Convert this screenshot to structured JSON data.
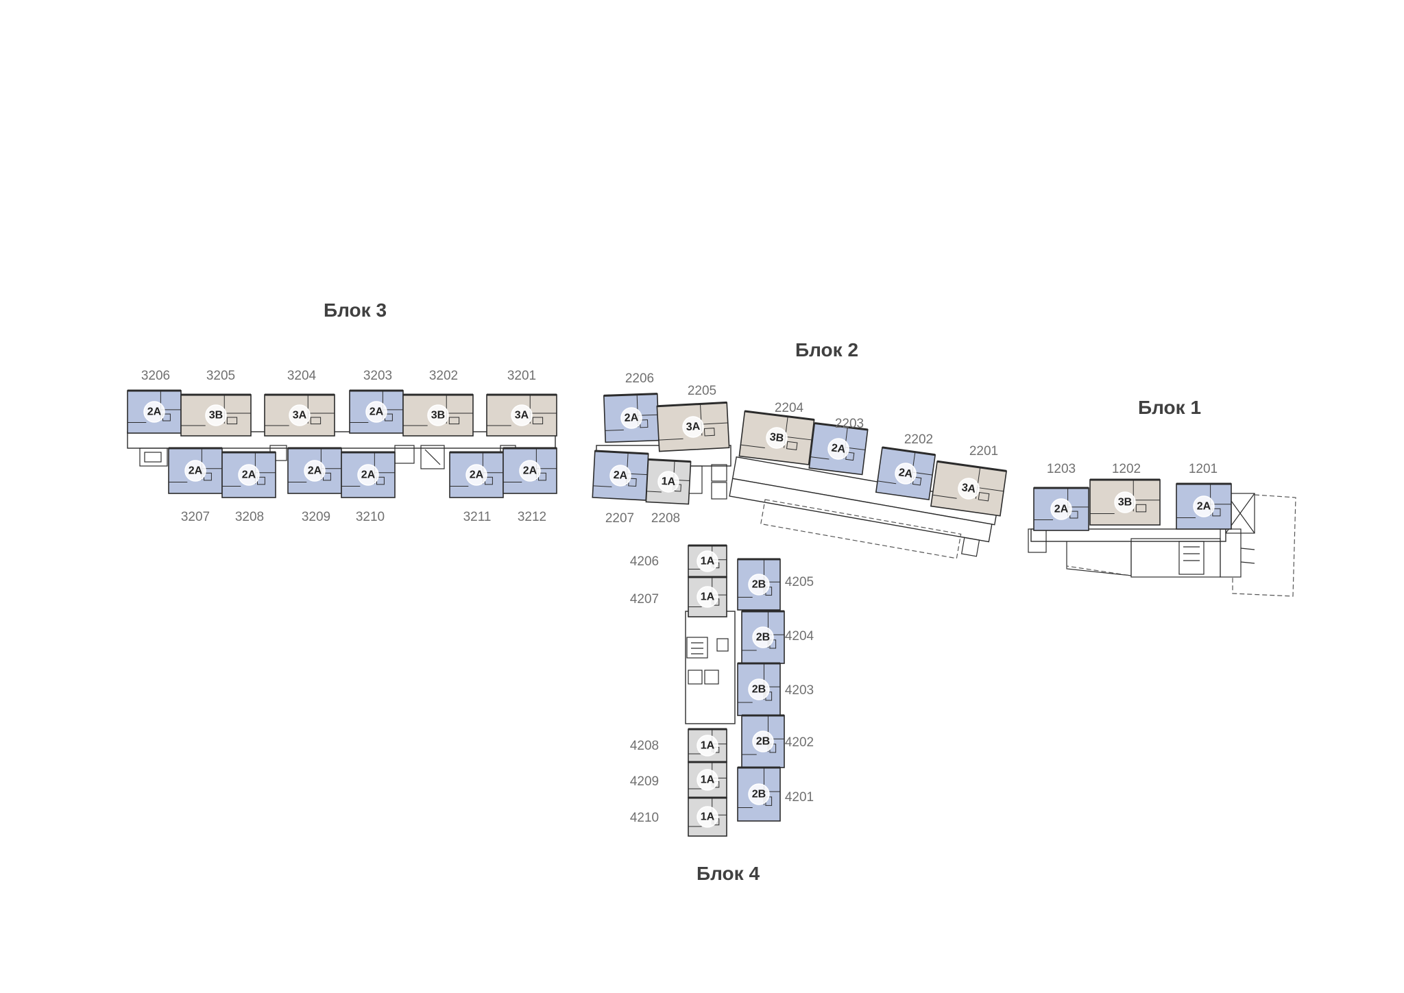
{
  "colors": {
    "type_2": "#b8c4e0",
    "type_3": "#ddd6cd",
    "type_1": "#d9d9d9",
    "walls": "#2b2b2b",
    "badge_fill": "#ffffff"
  },
  "blocks": [
    {
      "id": "block3",
      "title": "Блок 3"
    },
    {
      "id": "block2",
      "title": "Блок 2"
    },
    {
      "id": "block1",
      "title": "Блок 1"
    },
    {
      "id": "block4",
      "title": "Блок 4"
    }
  ],
  "units": [
    {
      "number": "3206",
      "type": "2A"
    },
    {
      "number": "3205",
      "type": "3B"
    },
    {
      "number": "3204",
      "type": "3A"
    },
    {
      "number": "3203",
      "type": "2A"
    },
    {
      "number": "3202",
      "type": "3B"
    },
    {
      "number": "3201",
      "type": "3A"
    },
    {
      "number": "3207",
      "type": "2A"
    },
    {
      "number": "3208",
      "type": "2A"
    },
    {
      "number": "3209",
      "type": "2A"
    },
    {
      "number": "3210",
      "type": "2A"
    },
    {
      "number": "3211",
      "type": "2A"
    },
    {
      "number": "3212",
      "type": "2A"
    },
    {
      "number": "2206",
      "type": "2A"
    },
    {
      "number": "2205",
      "type": "3A"
    },
    {
      "number": "2204",
      "type": "3B"
    },
    {
      "number": "2203",
      "type": "2A"
    },
    {
      "number": "2202",
      "type": "2A"
    },
    {
      "number": "2201",
      "type": "3A"
    },
    {
      "number": "2207",
      "type": "2A"
    },
    {
      "number": "2208",
      "type": "1A"
    },
    {
      "number": "1203",
      "type": "2A"
    },
    {
      "number": "1202",
      "type": "3B"
    },
    {
      "number": "1201",
      "type": "2A"
    },
    {
      "number": "4206",
      "type": "1A"
    },
    {
      "number": "4207",
      "type": "1A"
    },
    {
      "number": "4208",
      "type": "1A"
    },
    {
      "number": "4209",
      "type": "1A"
    },
    {
      "number": "4210",
      "type": "1A"
    },
    {
      "number": "4205",
      "type": "2B"
    },
    {
      "number": "4204",
      "type": "2B"
    },
    {
      "number": "4203",
      "type": "2B"
    },
    {
      "number": "4202",
      "type": "2B"
    },
    {
      "number": "4201",
      "type": "2B"
    }
  ]
}
